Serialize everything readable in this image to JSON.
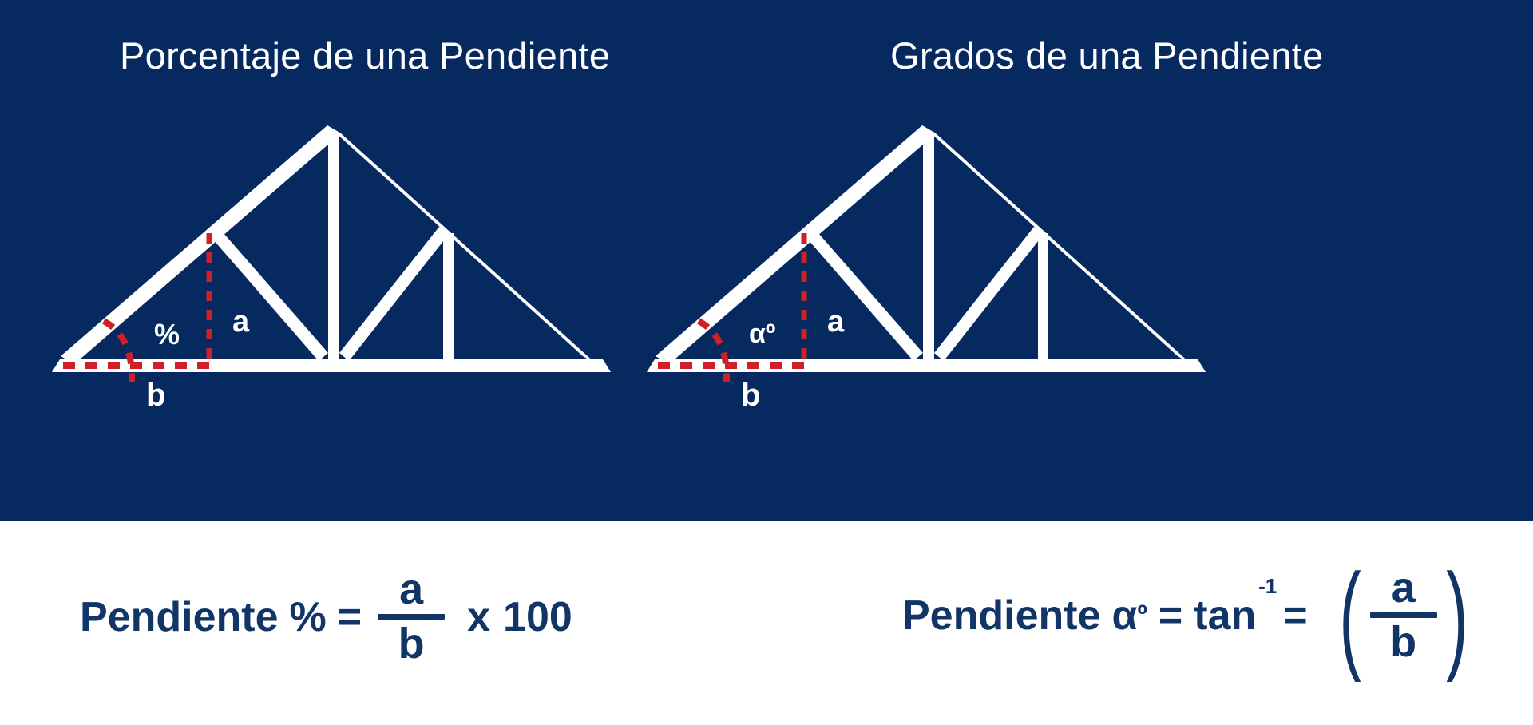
{
  "palette": {
    "panel_blue": "#062a60",
    "white": "#ffffff",
    "red_dashed": "#d02027",
    "formula_navy": "#123567",
    "page_background": "#ffffff"
  },
  "panel": {
    "titles": {
      "left": "Porcentaje de una Pendiente",
      "right": "Grados de una Pendiente"
    }
  },
  "diagrams": [
    {
      "id": "percent-slope-truss",
      "title": "Porcentaje de una Pendiente",
      "labels": {
        "rise": "a",
        "run": "b",
        "angle": "%"
      }
    },
    {
      "id": "degree-slope-truss",
      "title": "Grados de una Pendiente",
      "labels": {
        "rise": "a",
        "run": "b",
        "angle": "αº"
      }
    }
  ],
  "formulas": {
    "left": {
      "lead": "Pendiente",
      "symbol": "%",
      "equals": "=",
      "numerator": "a",
      "denominator": "b",
      "times": "x",
      "factor": "100"
    },
    "right": {
      "lead": "Pendiente",
      "symbol": "α",
      "degree": "º",
      "equals_1": "=",
      "function": "tan",
      "exponent": "-1",
      "equals_2": "=",
      "paren_open": "(",
      "numerator": "a",
      "denominator": "b",
      "paren_close": ")"
    }
  }
}
